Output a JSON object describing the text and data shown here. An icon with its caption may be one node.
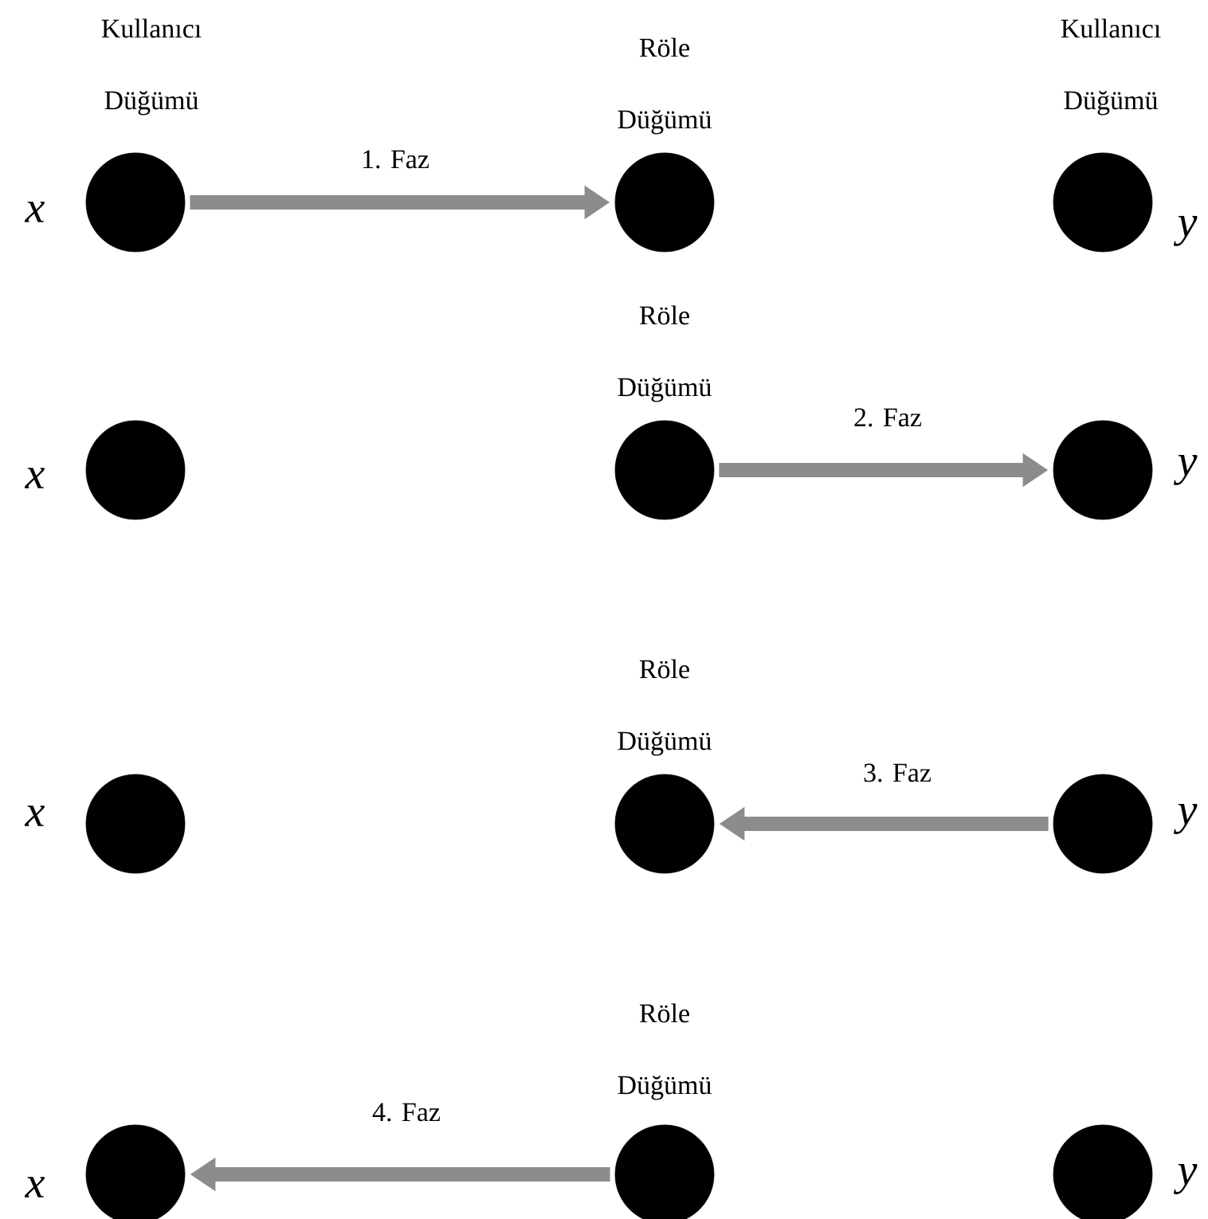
{
  "diagram": {
    "nodes": [
      {
        "text": [],
        "shape": "circle",
        "beside": [
          "Kullanıcı Düğümü",
          "x"
        ]
      },
      {
        "text": [],
        "shape": "circle",
        "beside": [
          "Röle Düğümü"
        ]
      },
      {
        "text": [],
        "shape": "circle",
        "beside": [
          "Kullanıcı Düğümü",
          "y"
        ]
      },
      {
        "text": [],
        "shape": "circle",
        "beside": [
          "x"
        ]
      },
      {
        "text": [],
        "shape": "circle",
        "beside": [
          "Röle Düğümü"
        ]
      },
      {
        "text": [],
        "shape": "circle",
        "beside": [
          "y"
        ]
      },
      {
        "text": [],
        "shape": "circle",
        "beside": [
          "x"
        ]
      },
      {
        "text": [],
        "shape": "circle",
        "beside": [
          "Röle Düğümü"
        ]
      },
      {
        "text": [],
        "shape": "circle",
        "beside": [
          "y"
        ]
      },
      {
        "text": [],
        "shape": "circle",
        "beside": [
          "x"
        ]
      },
      {
        "text": [],
        "shape": "circle",
        "beside": [
          "Röle Düğümü"
        ]
      },
      {
        "text": [],
        "shape": "circle",
        "beside": [
          "y"
        ]
      }
    ],
    "edges": [
      {
        "from": 0,
        "to": 1,
        "arrow": "to",
        "label": "1. Faz"
      },
      {
        "from": 4,
        "to": 5,
        "arrow": "to",
        "label": "2. Faz"
      },
      {
        "from": 8,
        "to": 7,
        "arrow": "to",
        "label": "3. Faz"
      },
      {
        "from": 10,
        "to": 9,
        "arrow": "to",
        "label": "4. Faz"
      }
    ]
  }
}
